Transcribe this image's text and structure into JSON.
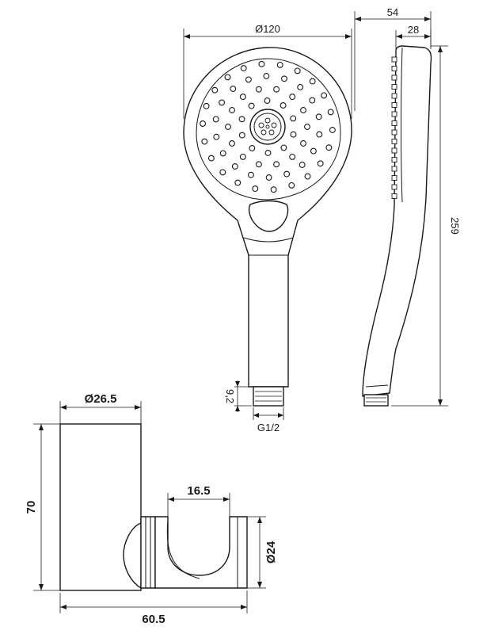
{
  "colors": {
    "line": "#1a1a1a",
    "background": "#ffffff"
  },
  "dimensions": {
    "head_diameter": "Ø120",
    "total_depth": "54",
    "head_depth": "28",
    "total_length": "259",
    "thread_length": "9,2",
    "thread_size": "G1/2",
    "holder_diameter": "Ø26.5",
    "holder_height": "70",
    "holder_opening": "16.5",
    "holder_clamp_diameter": "Ø24",
    "holder_width": "60.5"
  }
}
